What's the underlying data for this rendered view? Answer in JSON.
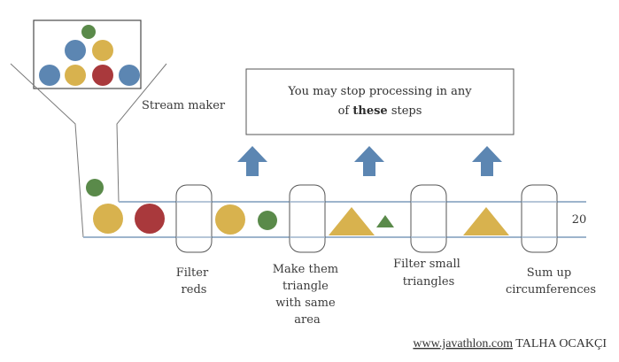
{
  "colors": {
    "blue": "#5c86b2",
    "yellow": "#d8b24e",
    "red": "#a9393c",
    "green": "#5a8a4a",
    "line": "#9db4cc",
    "arrow": "#5c86b2",
    "outline": "#5a5a5a"
  },
  "stream_maker": {
    "label": "Stream maker"
  },
  "stop_box": {
    "line1": "You may stop processing in any",
    "line2_prefix": "of ",
    "line2_bold": "these",
    "line2_suffix": " steps"
  },
  "steps": [
    {
      "lines": [
        "Filter",
        "reds"
      ]
    },
    {
      "lines": [
        "Make them",
        "triangle",
        "with same",
        "area"
      ]
    },
    {
      "lines": [
        "Filter small",
        "triangles"
      ]
    },
    {
      "lines": [
        "Sum up",
        "circumferences"
      ]
    }
  ],
  "result_value": "20",
  "footer": {
    "link_text": "www.javathlon.com",
    "author": " TALHA OCAKÇI"
  }
}
